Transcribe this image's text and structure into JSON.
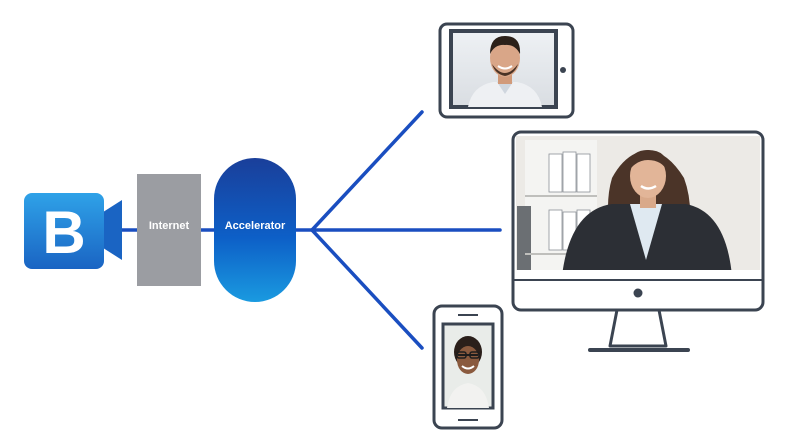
{
  "diagram": {
    "nodes": {
      "logo": {
        "letter": "B"
      },
      "internet": {
        "label": "Internet"
      },
      "accelerator": {
        "label": "Accelerator"
      },
      "tablet": {},
      "desktop": {},
      "phone": {}
    },
    "connections": [
      "accelerator-to-tablet",
      "accelerator-to-desktop",
      "accelerator-to-phone"
    ]
  },
  "colors": {
    "logo_dark": "#1a64c3",
    "logo_light": "#2fa2e8",
    "internet_box": "#9b9da2",
    "accelerator_top": "#1a3f9a",
    "accelerator_bottom": "#1a9ae0",
    "connector_line": "#1a4ec0",
    "device_frame": "#3b4451"
  }
}
